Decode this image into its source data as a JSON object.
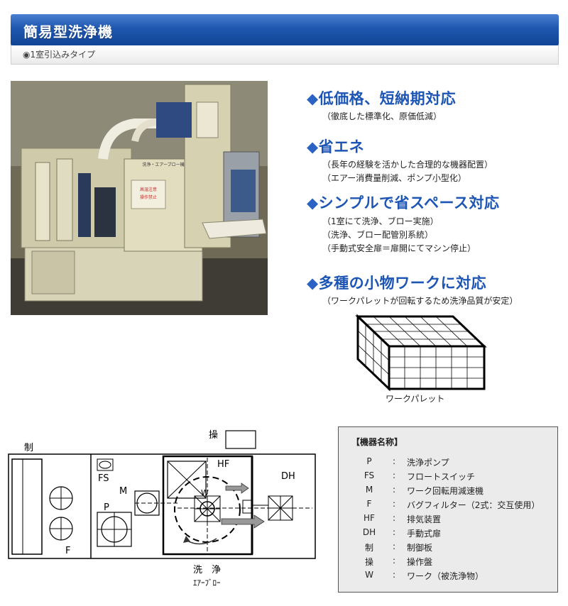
{
  "header": {
    "title": "簡易型洗浄機",
    "subtitle": "◉1室引込みタイプ"
  },
  "photo": {
    "panel_label": "洗浄・エアーブロー機",
    "warning_line1": "高温注意",
    "warning_line2": "操作禁止"
  },
  "features": [
    {
      "title": "低価格、短納期対応",
      "lines": [
        "（徹底した標準化、原価低減）"
      ]
    },
    {
      "title": "省エネ",
      "lines": [
        "（長年の経験を活かした合理的な機器配置）",
        "（エアー消費量削減、ポンプ小型化）"
      ]
    },
    {
      "title": "シンプルで省スペース対応",
      "lines": [
        "（1室にて洗浄、ブロー実施）",
        "（洗浄、ブロー配管別系統）",
        "（手動式安全扉＝扉開にてマシン停止）"
      ]
    },
    {
      "title": "多種の小物ワークに対応",
      "lines": [
        "（ワークパレットが回転するため洗浄品質が安定）"
      ]
    }
  ],
  "feature_bullet": "◆",
  "pallet": {
    "label": "ワークパレット"
  },
  "diagram": {
    "label_control": "制",
    "label_operation": "操",
    "label_fs": "FS",
    "label_m": "M",
    "label_p": "P",
    "label_f": "F",
    "label_hf": "HF",
    "label_dh": "DH",
    "label_w": "W",
    "caption_line1": "洗　浄",
    "caption_line2": "ｴｱｰﾌﾞﾛｰ"
  },
  "legend": {
    "heading": "【機器名称】",
    "items": [
      {
        "code": "P",
        "desc": "洗浄ポンプ"
      },
      {
        "code": "FS",
        "desc": "フロートスイッチ"
      },
      {
        "code": "M",
        "desc": "ワーク回転用減速機"
      },
      {
        "code": "F",
        "desc": "バグフィルター（2式：交互使用）"
      },
      {
        "code": "HF",
        "desc": "排気装置"
      },
      {
        "code": "DH",
        "desc": "手動式扉"
      },
      {
        "code": "制",
        "desc": "制御板"
      },
      {
        "code": "操",
        "desc": "操作盤"
      },
      {
        "code": "W",
        "desc": "ワーク（被洗浄物）"
      }
    ],
    "separator": ":"
  },
  "colors": {
    "title_blue": "#1d55b5",
    "bar_blue": "#1f57b0",
    "legend_bg": "#ebebeb"
  }
}
